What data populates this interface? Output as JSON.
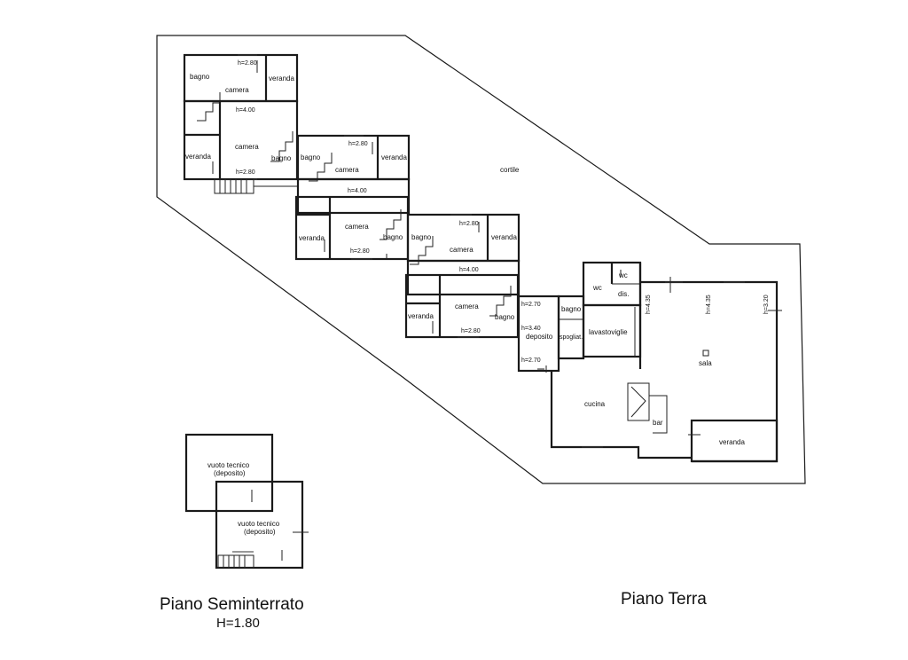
{
  "titles": {
    "seminterrato": "Piano Seminterrato",
    "seminterrato_height": "H=1.80",
    "terra": "Piano Terra"
  },
  "rooms": {
    "cortile": "cortile",
    "u1_bagno": "bagno",
    "u1_camera": "camera",
    "u1_veranda": "veranda",
    "u2_camera": "camera",
    "u2_bagno": "bagno",
    "u2_veranda": "veranda",
    "u3_bagno": "bagno",
    "u3_camera": "camera",
    "u3_veranda": "veranda",
    "u4_camera": "camera",
    "u4_bagno": "bagno",
    "u4_veranda": "veranda",
    "u5_bagno": "bagno",
    "u5_camera": "camera",
    "u5_veranda": "veranda",
    "u6_camera": "camera",
    "u6_bagno": "bagno",
    "u6_veranda": "veranda",
    "deposito": "deposito",
    "bagno_s": "bagno",
    "spogliat": "spogliat.",
    "lavastoviglie": "lavastoviglie",
    "wc1": "wc",
    "wc2": "wc",
    "dis": "dis.",
    "sala": "sala",
    "cucina": "cucina",
    "bar": "bar",
    "veranda_main": "veranda",
    "vuoto1_a": "vuoto tecnico",
    "vuoto1_b": "(deposito)",
    "vuoto2_a": "vuoto tecnico",
    "vuoto2_b": "(deposito)"
  },
  "heights": {
    "h1": "h=2.80",
    "h2": "h=4.00",
    "h3": "h=2.80",
    "h4": "h=2.80",
    "h5": "h=4.00",
    "h6": "h=2.80",
    "h7": "h=2.80",
    "h8": "h=4.00",
    "h9": "h=2.80",
    "h10": "h=2.70",
    "h11": "h=3.40",
    "h12": "h=2.70",
    "h13": "h=4.35",
    "h14": "h=4.35",
    "h15": "h=3.20"
  }
}
